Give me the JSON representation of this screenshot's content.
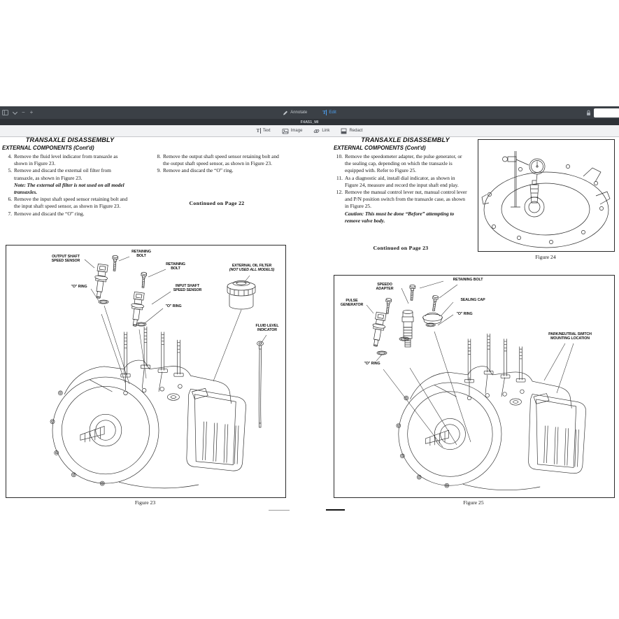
{
  "toolbar": {
    "annotate_label": "Annotate",
    "edit_label": "Edit",
    "doc_title": "F4A51_MI",
    "zoom_out": "−",
    "zoom_in": "+",
    "tools": {
      "text": "Text",
      "image": "Image",
      "link": "Link",
      "redact": "Redact"
    }
  },
  "page_left": {
    "title": "TRANSAXLE DISASSEMBLY",
    "subtitle": "EXTERNAL COMPONENTS (Cont'd)",
    "col1_items": [
      {
        "num": "4.",
        "text": "Remove the fluid level indicator from transaxle as shown in Figure 23."
      },
      {
        "num": "5.",
        "text": "Remove and discard the external oil filter from transaxle, as shown in Figure 23.",
        "note": "Note: The external oil filter is not used on all model transaxles."
      },
      {
        "num": "6.",
        "text": "Remove the input shaft speed sensor retaining bolt and the input shaft speed sensor, as shown in Figure 23."
      },
      {
        "num": "7.",
        "text": "Remove and discard the “O” ring."
      }
    ],
    "col2_items": [
      {
        "num": "8.",
        "text": "Remove the output shaft speed sensor retaining bolt and the output shaft speed sensor, as shown in Figure 23."
      },
      {
        "num": "9.",
        "text": "Remove and discard the “O” ring."
      }
    ],
    "continued": "Continued on Page 22",
    "figure23": {
      "caption": "Figure 23",
      "labels": {
        "output_sensor": "OUTPUT SHAFT\nSPEED SENSOR",
        "retaining_bolt_1": "RETAINING\nBOLT",
        "retaining_bolt_2": "RETAINING\nBOLT",
        "oil_filter": "EXTERNAL OIL FILTER",
        "oil_filter_note": "(NOT USED ALL MODELS)",
        "o_ring_1": "\"O\" RING",
        "input_sensor": "INPUT SHAFT\nSPEED SENSOR",
        "o_ring_2": "\"O\" RING",
        "fluid_indicator": "FLUID LEVEL\nINDICATOR"
      }
    }
  },
  "page_right": {
    "title": "TRANSAXLE DISASSEMBLY",
    "subtitle": "EXTERNAL COMPONENTS (Cont'd)",
    "items": [
      {
        "num": "10.",
        "text": "Remove the speedometer adapter, the pulse generator, or the sealing cap, depending on which the transaxle is equipped with.  Refer to Figure 25."
      },
      {
        "num": "11.",
        "text": "As a diagnostic aid, install dial indicator, as shown in Figure 24, measure and record the input shaft end play."
      },
      {
        "num": "12.",
        "text": "Remove the manual control lever nut, manual control lever and P/N position switch from the transaxle case, as shown in Figure 25.",
        "caution": "Caution: This must be done “Before” attempting to remove valve body."
      }
    ],
    "continued": "Continued on Page 23",
    "figure24": {
      "caption": "Figure 24"
    },
    "figure25": {
      "caption": "Figure 25",
      "labels": {
        "speedo_adapter": "SPEEDO\nADAPTER",
        "retaining_bolt": "RETAINING BOLT",
        "pulse_generator": "PULSE\nGENERATOR",
        "sealing_cap": "SEALING CAP",
        "o_ring_1": "\"O\" RING",
        "park_neutral": "PARK/NEUTRAL SWITCH\nMOUNTING LOCATION",
        "o_ring_2": "\"O\" RING"
      }
    }
  }
}
